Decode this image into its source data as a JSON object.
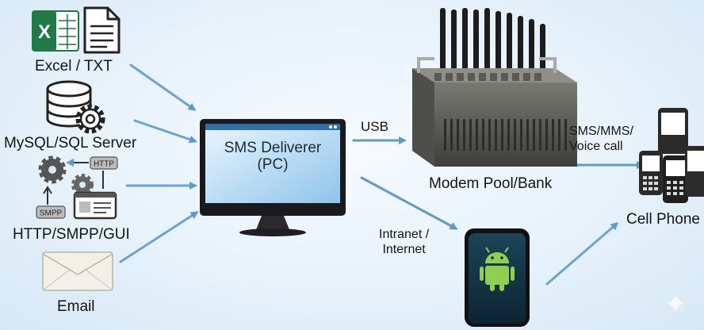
{
  "sources": [
    {
      "label": "Excel / TXT",
      "icon": "excel-txt-icon"
    },
    {
      "label": "MySQL/SQL Server",
      "icon": "database-gear-icon"
    },
    {
      "label": "HTTP/SMPP/GUI",
      "icon": "http-smpp-gui-icon"
    },
    {
      "label": "Email",
      "icon": "envelope-icon"
    }
  ],
  "center": {
    "line1": "SMS Deliverer",
    "line2": "(PC)",
    "icon": "desktop-monitor-icon"
  },
  "links": {
    "usb": "USB",
    "intranet_line1": "Intranet /",
    "intranet_line2": "Internet",
    "sms_line1": "SMS/MMS/",
    "sms_line2": "Voice call"
  },
  "modem": {
    "label": "Modem Pool/Bank",
    "icon": "modem-pool-icon"
  },
  "phones": {
    "label": "Cell Phone",
    "icon": "cell-phones-icon"
  },
  "android": {
    "icon": "android-smartphone-icon"
  },
  "badges": {
    "http": "HTTP",
    "smpp": "SMPP"
  },
  "colors": {
    "arrow": "#5b9bd0",
    "excel": "#1f7a45",
    "background": "#e7f2fb",
    "android": "#8fd14f"
  }
}
